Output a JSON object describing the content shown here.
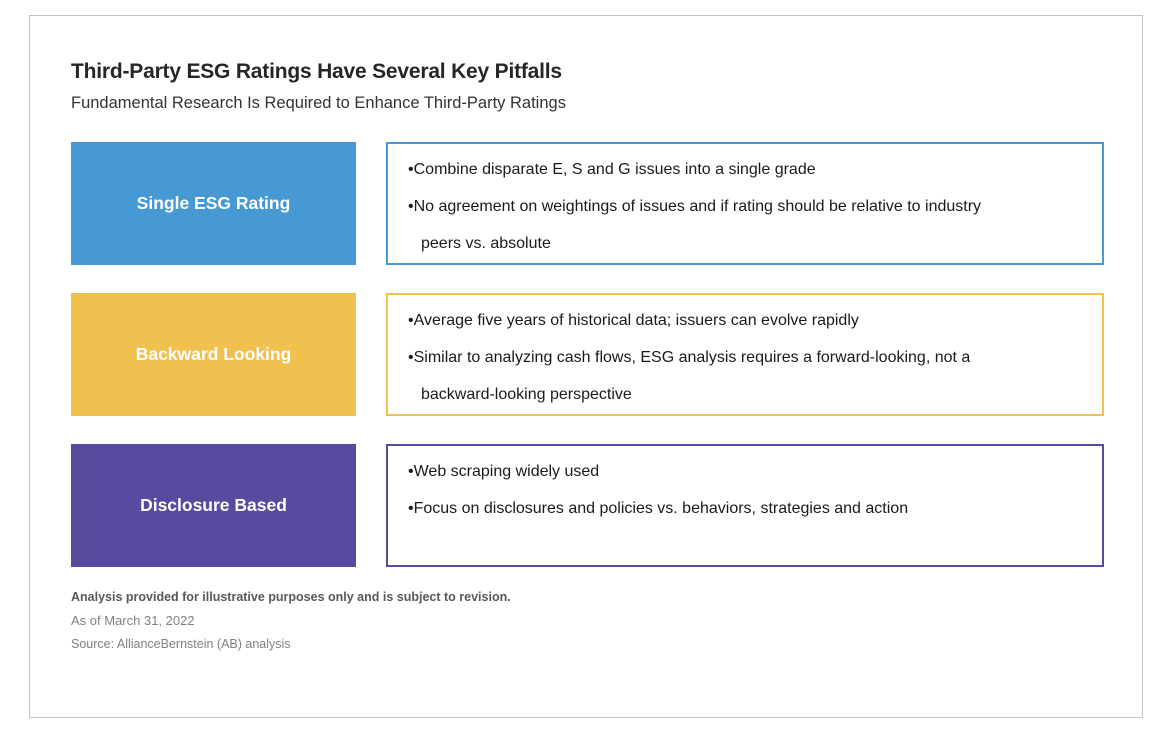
{
  "header": {
    "title": "Third-Party ESG Ratings Have Several Key Pitfalls",
    "subtitle": "Fundamental Research Is Required to Enhance Third-Party Ratings"
  },
  "rows": [
    {
      "label": "Single ESG Rating",
      "color": "#4799d3",
      "bullets": [
        "Combine disparate E, S and G issues into a single grade",
        "No agreement on weightings of issues and if rating should be relative to industry\npeers vs. absolute"
      ]
    },
    {
      "label": "Backward Looking",
      "color": "#f1c150",
      "bullets": [
        "Average five years of historical data; issuers can evolve rapidly",
        "Similar to analyzing cash flows, ESG analysis requires a forward-looking, not a\nbackward-looking perspective"
      ]
    },
    {
      "label": "Disclosure Based",
      "color": "#564b9f",
      "bullets": [
        "Web scraping widely used",
        "Focus on disclosures and policies vs. behaviors, strategies and action"
      ]
    }
  ],
  "footnotes": {
    "disclaimer": "Analysis provided for illustrative purposes only and is subject to revision.",
    "as_of": "As of March 31, 2022",
    "source": "Source: AllianceBernstein (AB) analysis"
  }
}
